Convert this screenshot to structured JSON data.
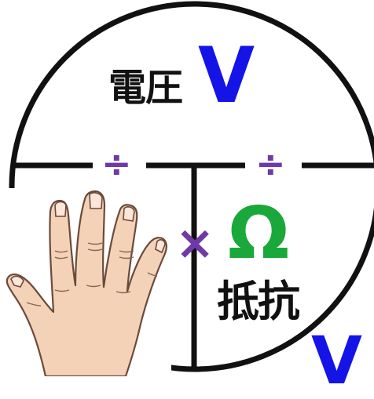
{
  "diagram": {
    "voltage": {
      "label": "電圧",
      "symbol": "V",
      "symbol_color": "#1414e6"
    },
    "resistance": {
      "label": "抵抗",
      "symbol": "Ω",
      "symbol_color": "#1aa83a"
    },
    "current": {
      "symbol": "V",
      "symbol_color": "#1414e6"
    },
    "operators": {
      "divide": "÷",
      "multiply": "×",
      "color": "#6e3aa6"
    },
    "line_color": "#111111"
  }
}
